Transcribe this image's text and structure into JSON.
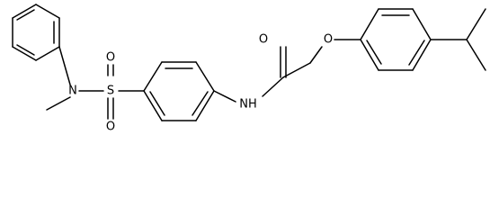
{
  "molecule": {
    "atoms": {
      "o_sulfonyl_top": "O",
      "o_sulfonyl_bottom": "O",
      "s": "S",
      "n_sulfonamide": "N",
      "nh_amide": "NH",
      "o_carbonyl": "O",
      "o_ether": "O"
    }
  }
}
